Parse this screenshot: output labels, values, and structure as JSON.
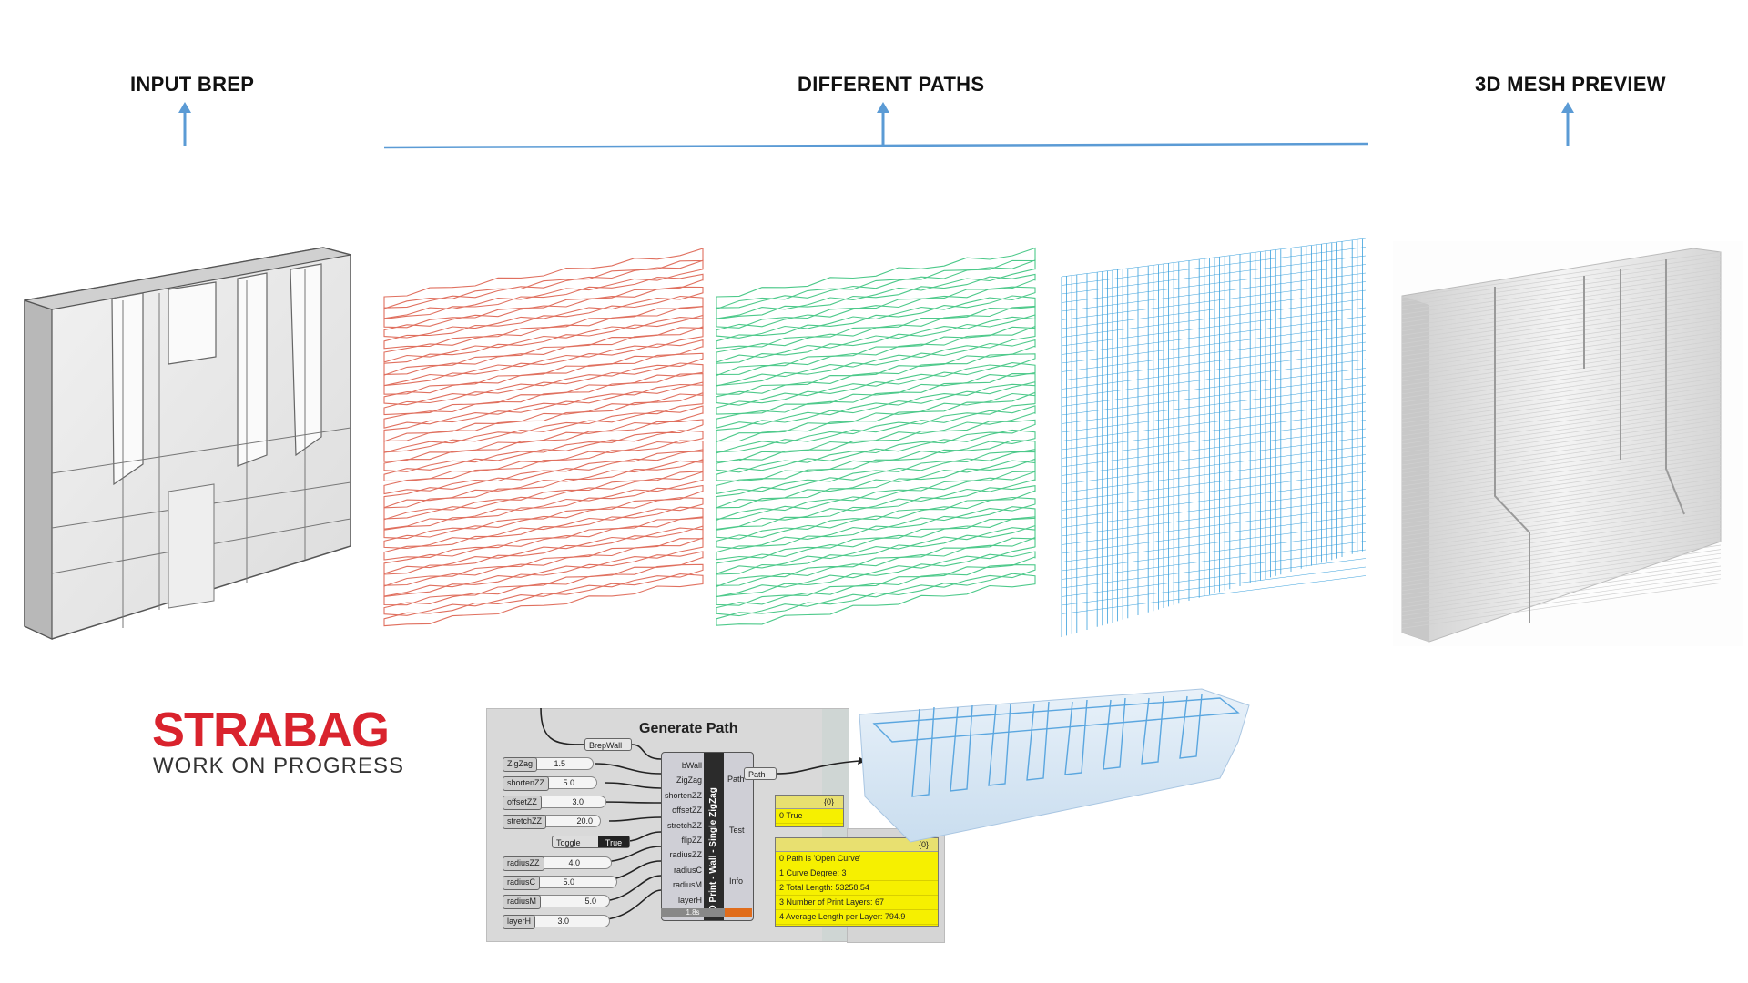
{
  "headings": {
    "input": "INPUT BREP",
    "paths": "DIFFERENT PATHS",
    "preview": "3D MESH PREVIEW"
  },
  "colors": {
    "arrow": "#5b9bd5",
    "path_red": "#e0705f",
    "path_green": "#4dc98a",
    "path_blue": "#3aa0dc",
    "brand_red": "#d9232d"
  },
  "logo": {
    "brand": "STRABAG",
    "tagline": "WORK ON PROGRESS"
  },
  "component": {
    "title": "Generate Path",
    "brep_input": "BrepWall",
    "vertical_label": "3D Print - Wall - Single ZigZag",
    "inputs": [
      "bWall",
      "ZigZag",
      "shortenZZ",
      "offsetZZ",
      "stretchZZ",
      "flipZZ",
      "radiusZZ",
      "radiusC",
      "radiusM",
      "layerH"
    ],
    "outputs": [
      "Path",
      "Test",
      "Info"
    ],
    "path_output": "Path",
    "timer": "1.8s",
    "sliders": [
      {
        "label": "ZigZag",
        "value": "1.5"
      },
      {
        "label": "shortenZZ",
        "value": "5.0"
      },
      {
        "label": "offsetZZ",
        "value": "3.0"
      },
      {
        "label": "stretchZZ",
        "value": "20.0"
      },
      {
        "label": "radiusZZ",
        "value": "4.0"
      },
      {
        "label": "radiusC",
        "value": "5.0"
      },
      {
        "label": "radiusM",
        "value": "5.0"
      },
      {
        "label": "layerH",
        "value": "3.0"
      }
    ],
    "toggle": {
      "label": "Toggle",
      "value": "True"
    },
    "test_panel": {
      "header": "{0}",
      "rows": [
        "0  True"
      ]
    },
    "info_panel": {
      "header": "{0}",
      "rows": [
        "0  Path is 'Open Curve'",
        "1  Curve Degree: 3",
        "2  Total Length: 53258.54",
        "3  Number of Print Layers: 67",
        "4  Average Length per Layer: 794.9"
      ]
    }
  }
}
